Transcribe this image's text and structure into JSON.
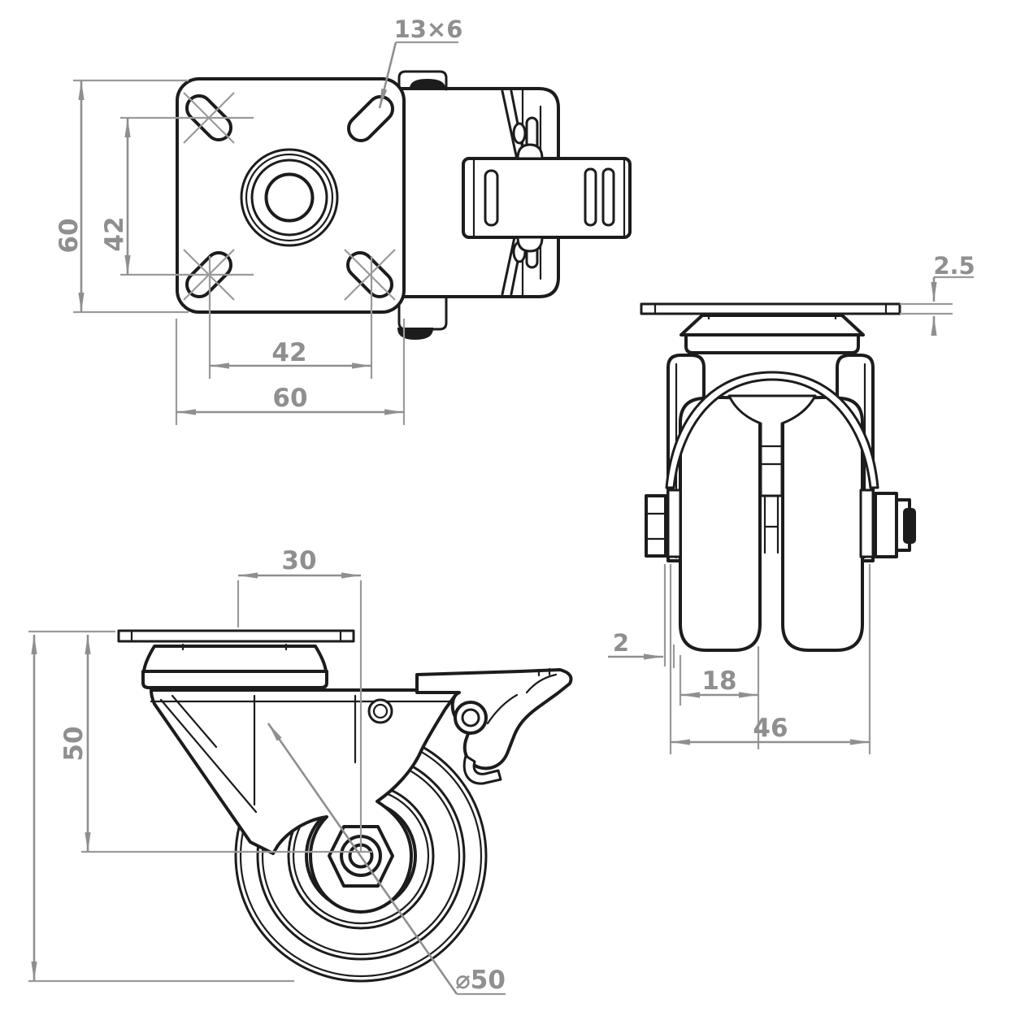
{
  "colors": {
    "line_color": "#1c1c1c",
    "dimension_color": "#8f8f8f",
    "background": "#ffffff"
  },
  "views": {
    "top": {
      "dims": {
        "plate_height": "60",
        "hole_pitch_vertical": "42",
        "hole_pitch_horizontal": "42",
        "plate_width": "60",
        "slot_size": "13×6"
      }
    },
    "front": {
      "dims": {
        "plate_thickness": "2.5",
        "rim_offset": "2",
        "wheel_width": "18",
        "overall_width": "46"
      }
    },
    "side": {
      "dims": {
        "swivel_offset": "30",
        "plate_to_axle_height": "50",
        "wheel_diameter": "⌀50"
      }
    }
  }
}
